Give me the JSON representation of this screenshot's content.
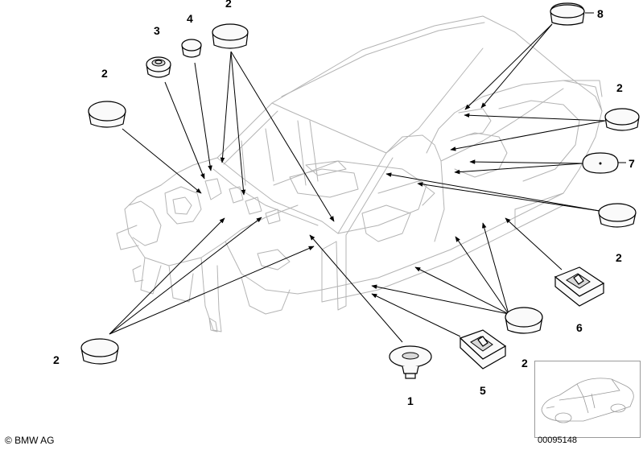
{
  "callouts": {
    "c1": "1",
    "c2": "2",
    "c3": "3",
    "c4": "4",
    "c5": "5",
    "c6": "6",
    "c7": "7",
    "c8": "8"
  },
  "footer": {
    "copyright": "© BMW AG",
    "doc_number": "00095148"
  }
}
